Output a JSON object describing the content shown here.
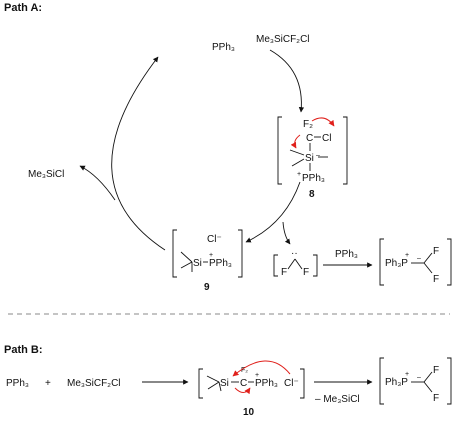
{
  "path_a": {
    "header": "Path A:",
    "catalyst": "PPh₃",
    "reagent": "Me₃SiCF₂Cl",
    "byproduct": "Me₃SiCl",
    "intermediate_8": {
      "cf2_group": "F₂",
      "carbon": "C",
      "chlorine": "Cl",
      "silicon_charge": "–",
      "silicon": "Si",
      "phosphonium_charge": "+",
      "phosphonium": "PPh₃",
      "number": "8"
    },
    "intermediate_9": {
      "chloride": "Cl⁻",
      "phosphonium_charge": "+",
      "silicon": "Si",
      "phosphonium": "PPh₃",
      "number": "9"
    },
    "carbene": {
      "lone_pair": "··",
      "f_left": "F",
      "f_right": "F"
    },
    "trap_reagent": "PPh₃",
    "ylide": {
      "phosphonium": "Ph₃P",
      "charge": "+",
      "anion_charge": "–",
      "f_top": "F",
      "f_bottom": "F"
    }
  },
  "path_b": {
    "header": "Path B:",
    "reactant_1": "PPh₃",
    "plus": "+",
    "reactant_2": "Me₃SiCF₂Cl",
    "intermediate_10": {
      "cf2_group": "F₂",
      "silicon": "Si",
      "carbon": "C",
      "phosphonium_charge": "+",
      "phosphonium": "PPh₃",
      "chloride": "Cl⁻",
      "number": "10"
    },
    "byproduct_label": "– Me₃SiCl",
    "ylide": {
      "phosphonium": "Ph₃P",
      "charge": "+",
      "anion_charge": "–",
      "f_top": "F",
      "f_bottom": "F"
    }
  },
  "colors": {
    "ink": "#111111",
    "curved_arrow": "#e0201b",
    "separator": "#888888"
  }
}
